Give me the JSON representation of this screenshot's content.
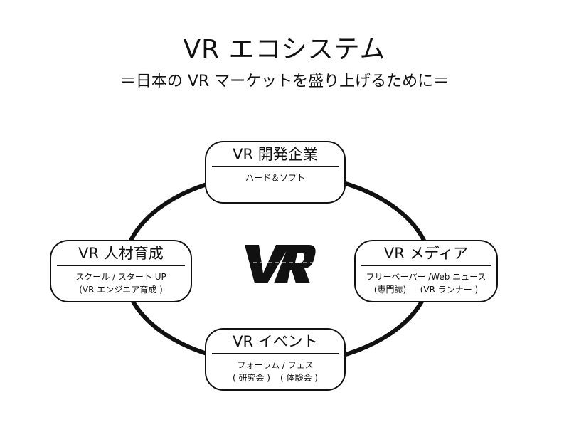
{
  "title": "VR エコシステム",
  "subtitle": "＝日本の VR マーケットを盛り上げるために＝",
  "center_logo": {
    "text": "VR",
    "icon": "vr-logo-icon"
  },
  "nodes": {
    "dev": {
      "heading": "VR 開発企業",
      "lines": [
        "ハード＆ソフト"
      ]
    },
    "hr": {
      "heading": "VR 人材育成",
      "lines": [
        "スクール / スタート UP",
        "(VR エンジニア育成 )"
      ]
    },
    "media": {
      "heading": "VR メディア",
      "lines": [
        "フリーペーパー /Web ニュース"
      ],
      "sub": [
        "(専門誌)",
        "(VR ランナー )"
      ]
    },
    "event": {
      "heading": "VR イベント",
      "lines": [
        "フォーラム / フェス"
      ],
      "sub": [
        "( 研究会 )",
        "( 体験会 )"
      ]
    }
  },
  "colors": {
    "stroke": "#111111",
    "background": "#ffffff"
  }
}
